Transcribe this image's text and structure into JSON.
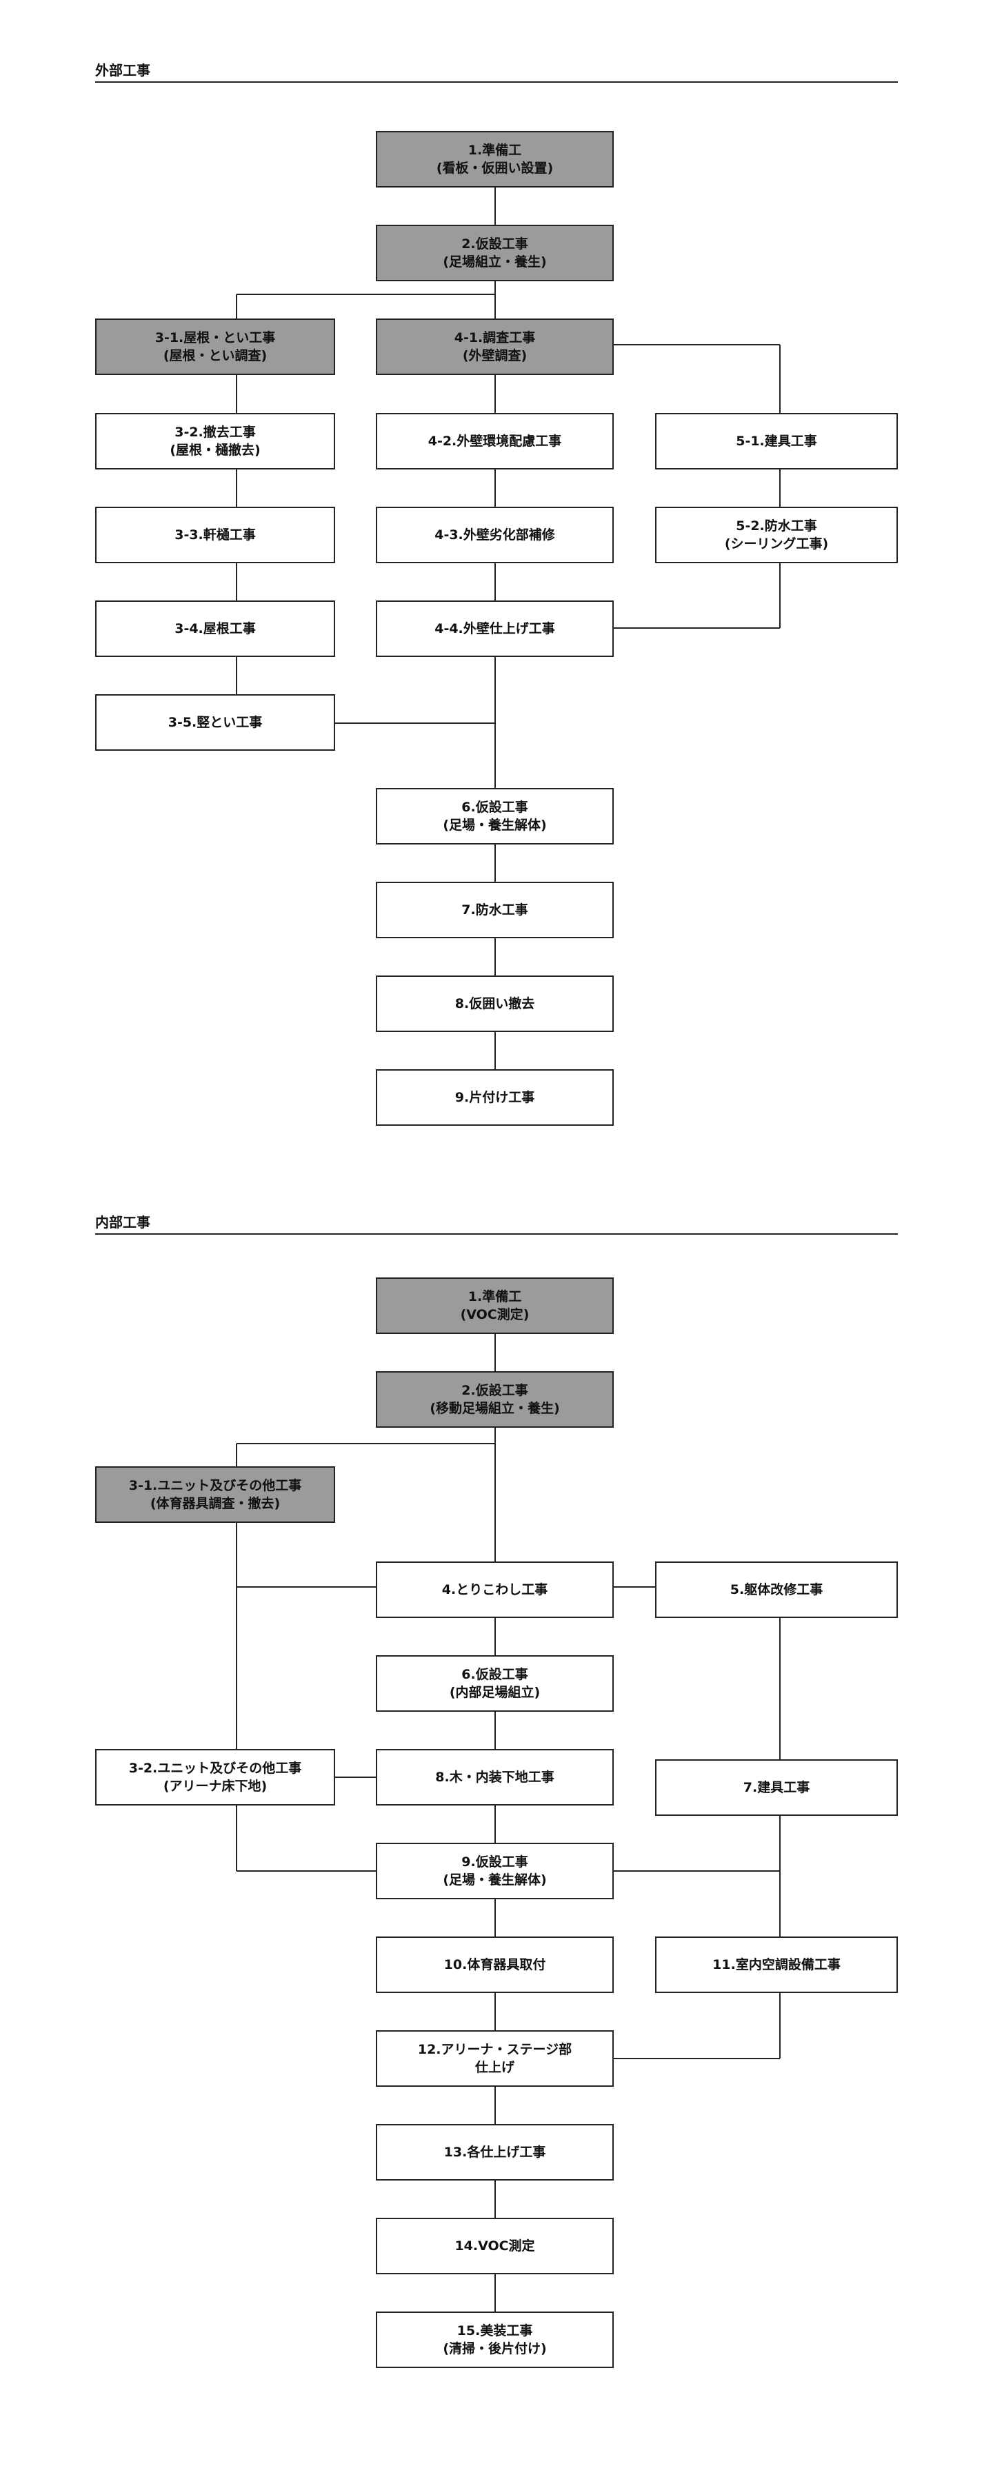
{
  "exterior": {
    "title": "外部工事",
    "nodes": {
      "n1": {
        "line1": "1.準備工",
        "line2": "(看板・仮囲い設置)"
      },
      "n2": {
        "line1": "2.仮設工事",
        "line2": "(足場組立・養生)"
      },
      "n31": {
        "line1": "3-1.屋根・とい工事",
        "line2": "(屋根・とい調査)"
      },
      "n41": {
        "line1": "4-1.調査工事",
        "line2": "(外壁調査)"
      },
      "n32": {
        "line1": "3-2.撤去工事",
        "line2": "(屋根・樋撤去)"
      },
      "n42": {
        "line1": "4-2.外壁環境配慮工事"
      },
      "n51": {
        "line1": "5-1.建具工事"
      },
      "n33": {
        "line1": "3-3.軒樋工事"
      },
      "n43": {
        "line1": "4-3.外壁劣化部補修"
      },
      "n52": {
        "line1": "5-2.防水工事",
        "line2": "(シーリング工事)"
      },
      "n34": {
        "line1": "3-4.屋根工事"
      },
      "n44": {
        "line1": "4-4.外壁仕上げ工事"
      },
      "n35": {
        "line1": "3-5.竪とい工事"
      },
      "n6": {
        "line1": "6.仮設工事",
        "line2": "(足場・養生解体)"
      },
      "n7": {
        "line1": "7.防水工事"
      },
      "n8": {
        "line1": "8.仮囲い撤去"
      },
      "n9": {
        "line1": "9.片付け工事"
      }
    }
  },
  "interior": {
    "title": "内部工事",
    "nodes": {
      "n1": {
        "line1": "1.準備工",
        "line2": "(VOC測定)"
      },
      "n2": {
        "line1": "2.仮設工事",
        "line2": "(移動足場組立・養生)"
      },
      "n31": {
        "line1": "3-1.ユニット及びその他工事",
        "line2": "(体育器具調査・撤去)"
      },
      "n4": {
        "line1": "4.とりこわし工事"
      },
      "n5": {
        "line1": "5.躯体改修工事"
      },
      "n6": {
        "line1": "6.仮設工事",
        "line2": "(内部足場組立)"
      },
      "n32": {
        "line1": "3-2.ユニット及びその他工事",
        "line2": "(アリーナ床下地)"
      },
      "n8": {
        "line1": "8.木・内装下地工事"
      },
      "n7": {
        "line1": "7.建具工事"
      },
      "n9": {
        "line1": "9.仮設工事",
        "line2": "(足場・養生解体)"
      },
      "n10": {
        "line1": "10.体育器具取付"
      },
      "n11": {
        "line1": "11.室内空調設備工事"
      },
      "n12": {
        "line1": "12.アリーナ・ステージ部",
        "line2": "仕上げ"
      },
      "n13": {
        "line1": "13.各仕上げ工事"
      },
      "n14": {
        "line1": "14.VOC測定"
      },
      "n15": {
        "line1": "15.美装工事",
        "line2": "(清掃・後片付け)"
      }
    }
  }
}
